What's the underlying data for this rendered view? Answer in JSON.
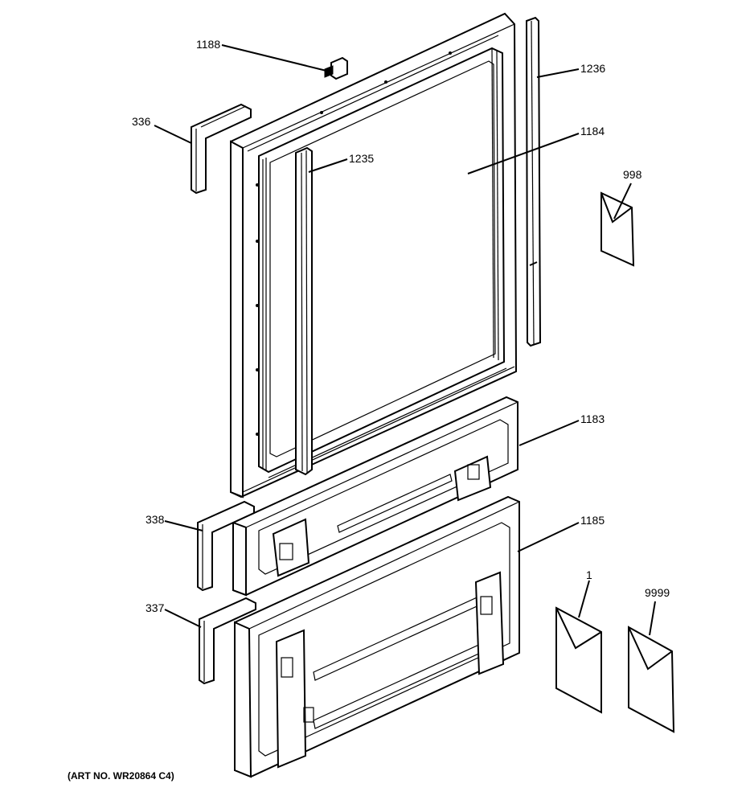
{
  "diagram": {
    "labels": {
      "p1188": "1188",
      "p1236": "1236",
      "p336": "336",
      "p1184": "1184",
      "p1235": "1235",
      "p998": "998",
      "p1183": "1183",
      "p338": "338",
      "p1185": "1185",
      "p1": "1",
      "p9999": "9999",
      "p337": "337"
    },
    "art_number": "(ART NO. WR20864 C4)"
  }
}
